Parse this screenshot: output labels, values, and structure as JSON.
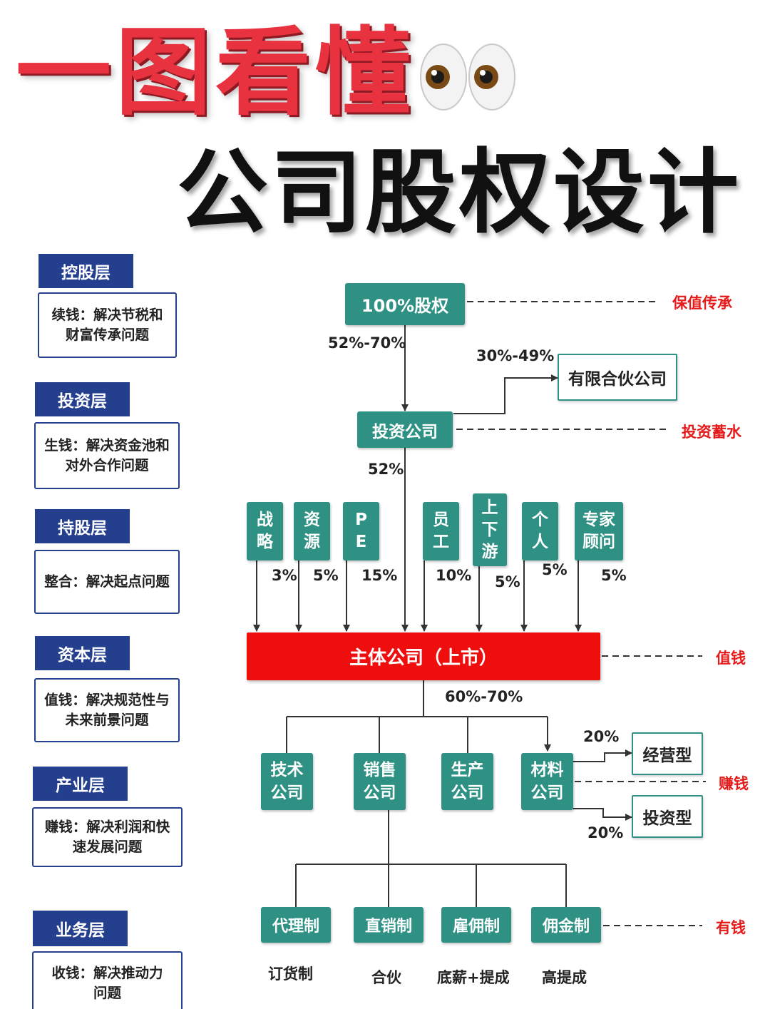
{
  "title": {
    "line1": "一图看懂",
    "line2": "公司股权设计",
    "emoji": "eyes-emoji"
  },
  "sidebar": {
    "layers": [
      {
        "tag": "控股层",
        "line1": "续钱：解决节税和",
        "line2": "财富传承问题"
      },
      {
        "tag": "投资层",
        "line1": "生钱：解决资金池和",
        "line2": "对外合作问题"
      },
      {
        "tag": "持股层",
        "line1": "整合：解决起点问题",
        "line2": ""
      },
      {
        "tag": "资本层",
        "line1": "值钱：解决规范性与",
        "line2": "未来前景问题"
      },
      {
        "tag": "产业层",
        "line1": "赚钱：解决利润和快",
        "line2": "速发展问题"
      },
      {
        "tag": "业务层",
        "line1": "收钱：解决推动力",
        "line2": "问题"
      }
    ]
  },
  "diagram": {
    "top_node": "100%股权",
    "top_to_invest_pct": "52%-70%",
    "invest_to_partner_pct": "30%-49%",
    "partner_company": "有限合伙公司",
    "invest_company": "投资公司",
    "invest_to_main_pct": "52%",
    "holders": [
      {
        "label": "战\n略",
        "pct": "3%"
      },
      {
        "label": "资\n源",
        "pct": "5%"
      },
      {
        "label": "P\nE",
        "pct": "15%"
      },
      {
        "label": "员\n工",
        "pct": "10%"
      },
      {
        "label": "上\n下\n游",
        "pct": "5%"
      },
      {
        "label": "个\n人",
        "pct": "5%"
      },
      {
        "label": "专家\n顾问",
        "pct": "5%"
      }
    ],
    "main_company": "主体公司（上市）",
    "main_to_sub_pct": "60%-70%",
    "subsidiaries": [
      "技术\n公司",
      "销售\n公司",
      "生产\n公司",
      "材料\n公司"
    ],
    "material_upper_pct": "20%",
    "material_lower_pct": "20%",
    "operating_type": "经营型",
    "investment_type": "投资型",
    "sales_models": [
      "代理制",
      "直销制",
      "雇佣制",
      "佣金制"
    ],
    "sales_sub_labels": [
      "订货制",
      "合伙",
      "底薪+提成",
      "高提成"
    ],
    "side_labels": {
      "top": "保值传承",
      "invest": "投资蓄水",
      "main": "值钱",
      "sub": "赚钱",
      "sales": "有钱"
    },
    "colors": {
      "teal": "#2e9184",
      "navy": "#253f8f",
      "red": "#ee0e0e",
      "label_red": "#e51b1b"
    }
  }
}
